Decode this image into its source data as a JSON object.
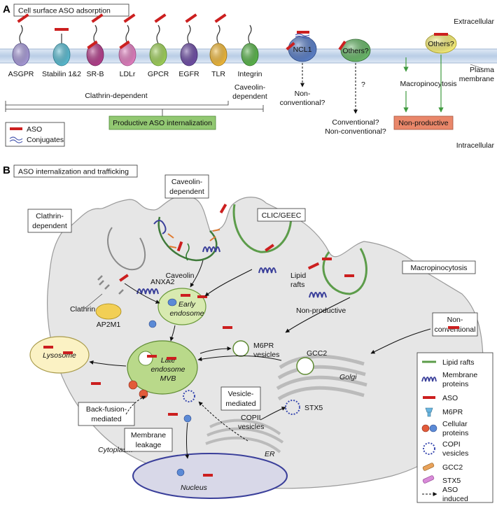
{
  "panel_a": {
    "letter": "A",
    "title": "Cell surface ASO adsorption",
    "extracellular": "Extracellular",
    "intracellular": "Intracellular",
    "plasma_membrane": [
      "Plasma",
      "membrane"
    ],
    "receptors": [
      {
        "label": "ASGPR",
        "color": "#a89bd8"
      },
      {
        "label": "Stabilin 1&2",
        "color": "#5bbcd2"
      },
      {
        "label": "SR-B",
        "color": "#b43f8c"
      },
      {
        "label": "LDLr",
        "color": "#e27fc0"
      },
      {
        "label": "GPCR",
        "color": "#9fd05a"
      },
      {
        "label": "EGFR",
        "color": "#6e4ea5"
      },
      {
        "label": "TLR",
        "color": "#f0b93c"
      },
      {
        "label": "Integrin",
        "color": "#5ab44c"
      }
    ],
    "ncl1": "NCL1",
    "others1": "Others?",
    "others2": "Others?",
    "clathrin_dependent": "Clathrin-dependent",
    "caveolin_dependent": [
      "Caveolin-",
      "dependent"
    ],
    "non_conventional_q": [
      "Non-",
      "conventional?"
    ],
    "question": "?",
    "conventional_q": [
      "Conventional?",
      "Non-conventional?"
    ],
    "macropinocytosis": "Macropinocytosis",
    "productive": "Productive ASO internalization",
    "non_productive": "Non-productive",
    "legend": {
      "aso": "ASO",
      "conjugates": "Conjugates"
    }
  },
  "panel_b": {
    "letter": "B",
    "title": "ASO internalization and trafficking",
    "caveolin_dependent": [
      "Caveolin-",
      "dependent"
    ],
    "clathrin_dependent": [
      "Clathrin-",
      "dependent"
    ],
    "clic_geec": "CLIC/GEEC",
    "macropinocytosis": "Macropinocytosis",
    "non_conventional": [
      "Non-",
      "conventional"
    ],
    "caveolin": "Caveolin",
    "lipid_rafts": [
      "Lipid",
      "rafts"
    ],
    "anxa2": "ANXA2",
    "clathrin": "Clathrin",
    "ap2m1": "AP2M1",
    "early_endosome": [
      "Early",
      "endosome"
    ],
    "non_productive": "Non-productive",
    "m6pr_vesicles": [
      "M6PR",
      "vesicles"
    ],
    "late_endosome": [
      "Late",
      "endosome",
      "MVB"
    ],
    "lysosome": "Lysosome",
    "gcc2": "GCC2",
    "golgi": "Golgi",
    "vesicle_mediated": [
      "Vesicle-",
      "mediated"
    ],
    "copii": [
      "COPII",
      "vesicles"
    ],
    "stx5": "STX5",
    "back_fusion": [
      "Back-fusion-",
      "mediated"
    ],
    "membrane_leakage": [
      "Membrane",
      "leakage"
    ],
    "cytoplasm": "Cytoplasm",
    "er": "ER",
    "nucleus": "Nucleus",
    "legend": [
      {
        "icon": "lipid-rafts",
        "label": [
          "Lipid rafts"
        ]
      },
      {
        "icon": "membrane-proteins",
        "label": [
          "Membrane",
          "proteins"
        ]
      },
      {
        "icon": "aso",
        "label": [
          "ASO"
        ]
      },
      {
        "icon": "m6pr",
        "label": [
          "M6PR"
        ]
      },
      {
        "icon": "cellular-proteins",
        "label": [
          "Cellular",
          "proteins"
        ]
      },
      {
        "icon": "copi-vesicles",
        "label": [
          "COPI",
          "vesicles"
        ]
      },
      {
        "icon": "gcc2",
        "label": [
          "GCC2"
        ]
      },
      {
        "icon": "stx5",
        "label": [
          "STX5"
        ]
      },
      {
        "icon": "aso-induced",
        "label": [
          "ASO",
          "induced"
        ]
      }
    ]
  },
  "colors": {
    "aso": "#cc1f1f",
    "membrane": "#c9dbef",
    "productive": "#92c872",
    "non_productive": "#e9876a",
    "cell": "#e6e6e6",
    "early_endosome": "#d8eab0",
    "lysosome": "#fbf2c4",
    "green_arrow": "#3f9a3f",
    "lipid_raft": "#5c9c4a",
    "membrane_protein": "#3a3f9a"
  }
}
